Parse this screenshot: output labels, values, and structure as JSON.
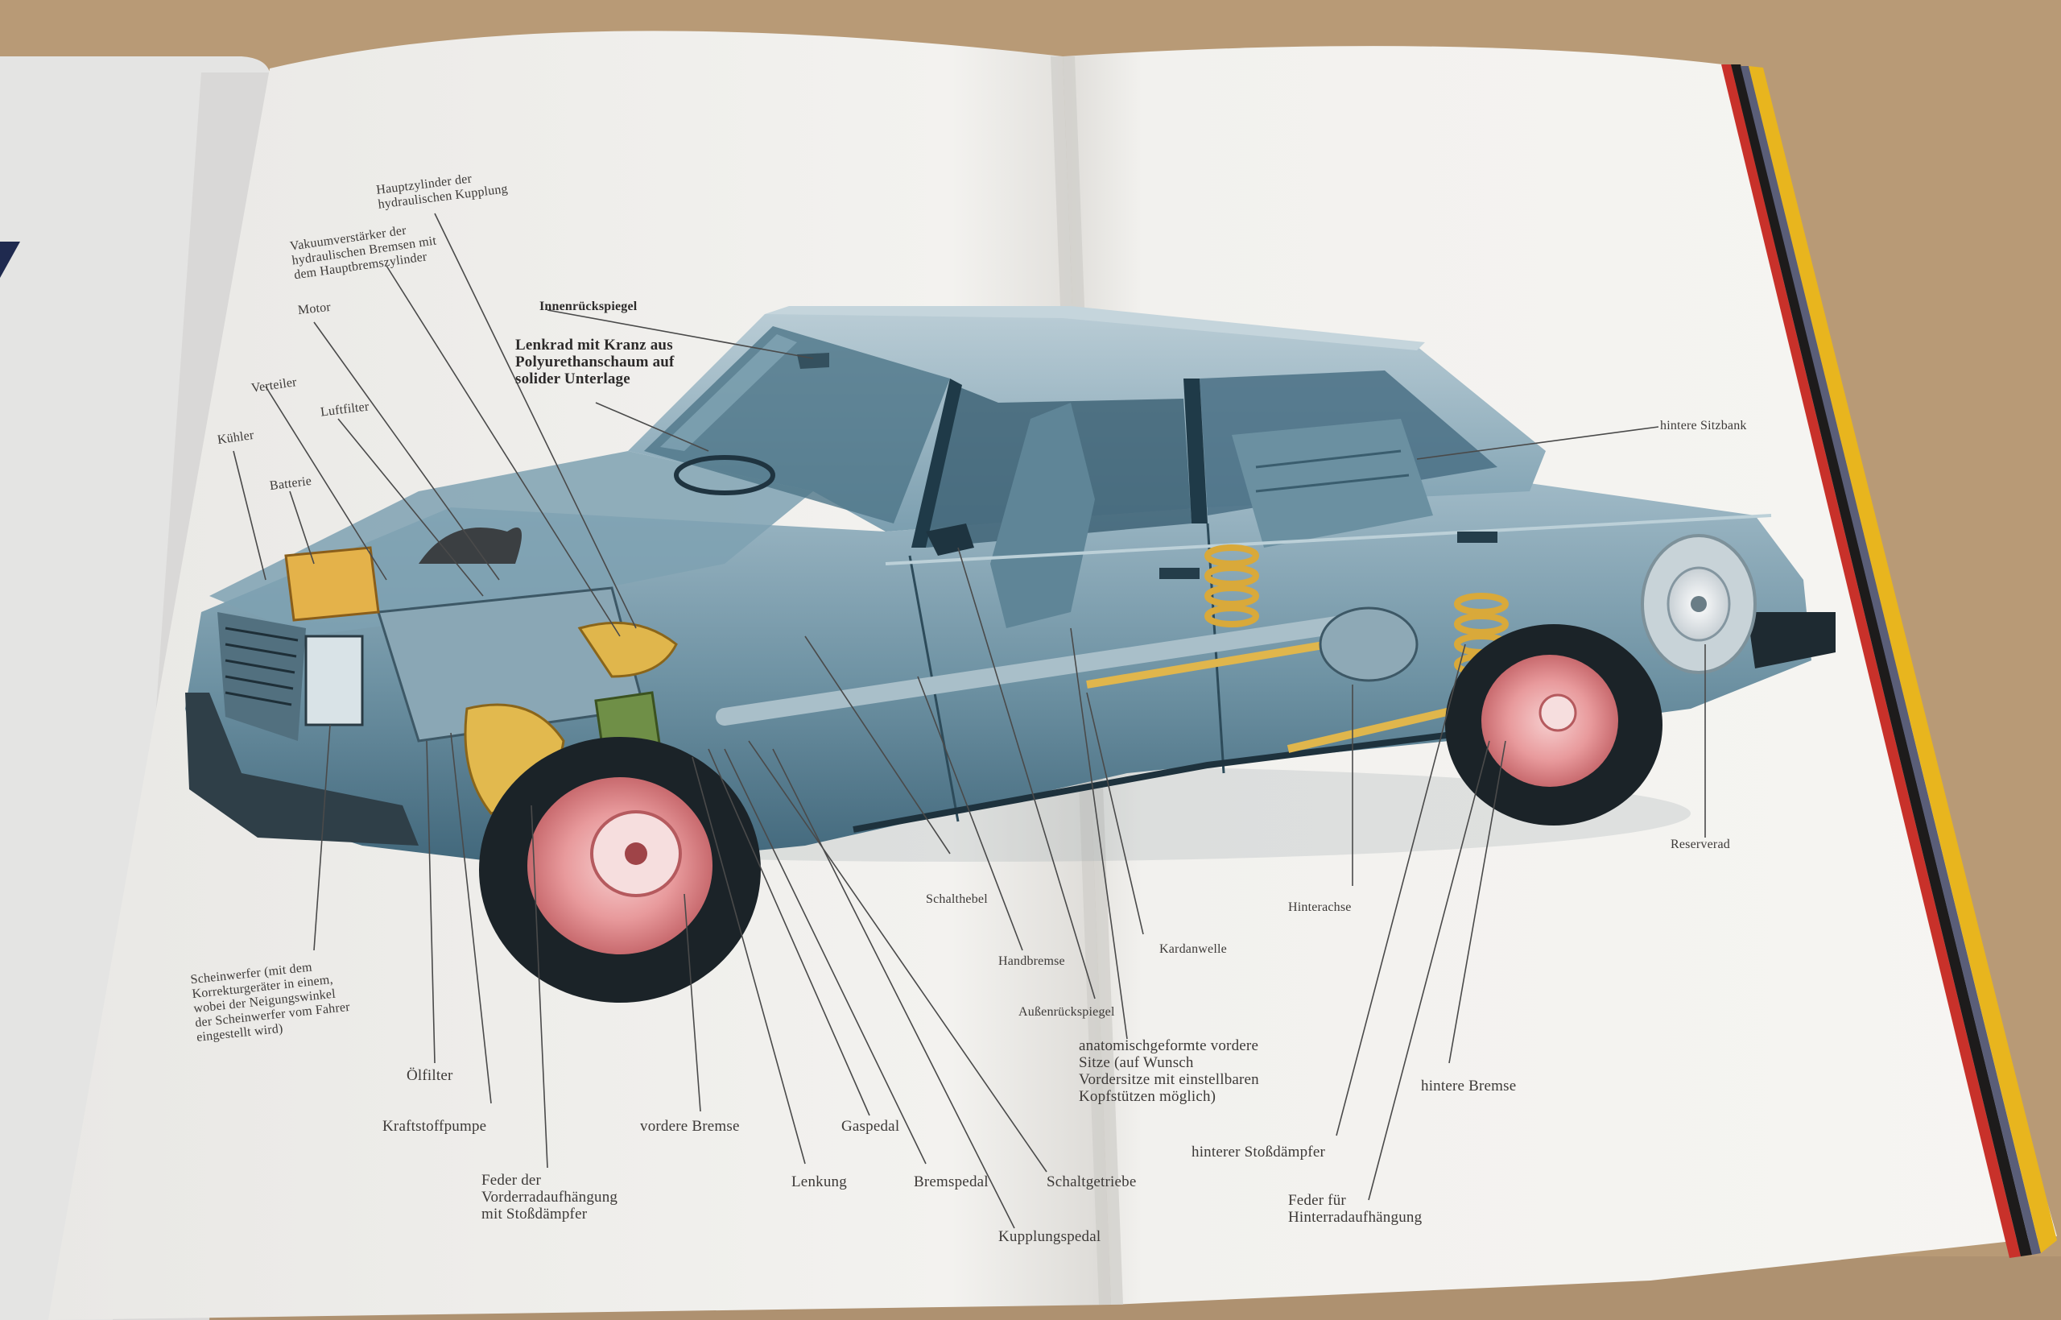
{
  "colors": {
    "table": "#b89a76",
    "page": "#f4f3f0",
    "car_body": "#6f93a4",
    "car_dark": "#36586a",
    "stripe_red": "#c8312a",
    "stripe_black": "#1d1b1b",
    "stripe_yellow": "#e8b51e"
  },
  "labels": {
    "hauptzylinder": "Hauptzylinder der\nhydraulischen Kupplung",
    "vakuumverstaerker": "Vakuumverstärker der\nhydraulischen Bremsen mit\ndem Hauptbremszylinder",
    "motor": "Motor",
    "innenrueckspiegel": "Innenrückspiegel",
    "lenkrad": "Lenkrad mit Kranz aus\nPolyurethanschaum auf\nsolider Unterlage",
    "verteiler": "Verteiler",
    "luftfilter": "Luftfilter",
    "kuehler": "Kühler",
    "batterie": "Batterie",
    "hintere_sitzbank": "hintere Sitzbank",
    "reserverad": "Reserverad",
    "schalthebel": "Schalthebel",
    "handbremse": "Handbremse",
    "kardanwelle": "Kardanwelle",
    "hinterachse": "Hinterachse",
    "aussenrueckspiegel": "Außenrückspiegel",
    "sitze": "anatomischgeformte vordere\nSitze (auf Wunsch\nVordersitze mit einstellbaren\nKopfstützen möglich)",
    "scheinwerfer": "Scheinwerfer (mit dem\nKorrekturgeräter in einem,\nwobei der Neigungswinkel\nder Scheinwerfer vom Fahrer\neingestellt wird)",
    "oelfilter": "Ölfilter",
    "kraftstoffpumpe": "Kraftstoffpumpe",
    "vordere_bremse": "vordere Bremse",
    "gaspedal": "Gaspedal",
    "hintere_bremse": "hintere Bremse",
    "hinterer_stossdaempfer": "hinterer Stoßdämpfer",
    "feder_vorn": "Feder der\nVorderradaufhängung\nmit Stoßdämpfer",
    "lenkung": "Lenkung",
    "bremspedal": "Bremspedal",
    "schaltgetriebe": "Schaltgetriebe",
    "feder_hinten": "Feder für\nHinterradaufhängung",
    "kupplungspedal": "Kupplungspedal"
  }
}
